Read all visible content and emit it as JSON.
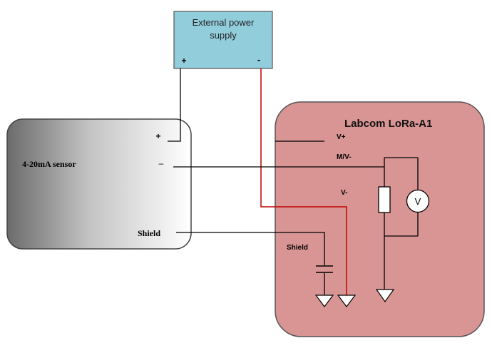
{
  "power_supply": {
    "title_line1": "External power",
    "title_line2": "supply",
    "plus": "+",
    "minus": "-"
  },
  "sensor": {
    "title": "4-20mA sensor",
    "plus": "+",
    "minus": "–",
    "shield": "Shield"
  },
  "device": {
    "title": "Labcom LoRa-A1",
    "v_plus": "V+",
    "m_v_minus": "M/V-",
    "v_minus": "V-",
    "shield": "Shield",
    "voltmeter": "V"
  },
  "colors": {
    "power_supply_fill": "#92CDDC",
    "device_fill": "#D99594",
    "wire_black": "#000000",
    "wire_red": "#C00000"
  }
}
